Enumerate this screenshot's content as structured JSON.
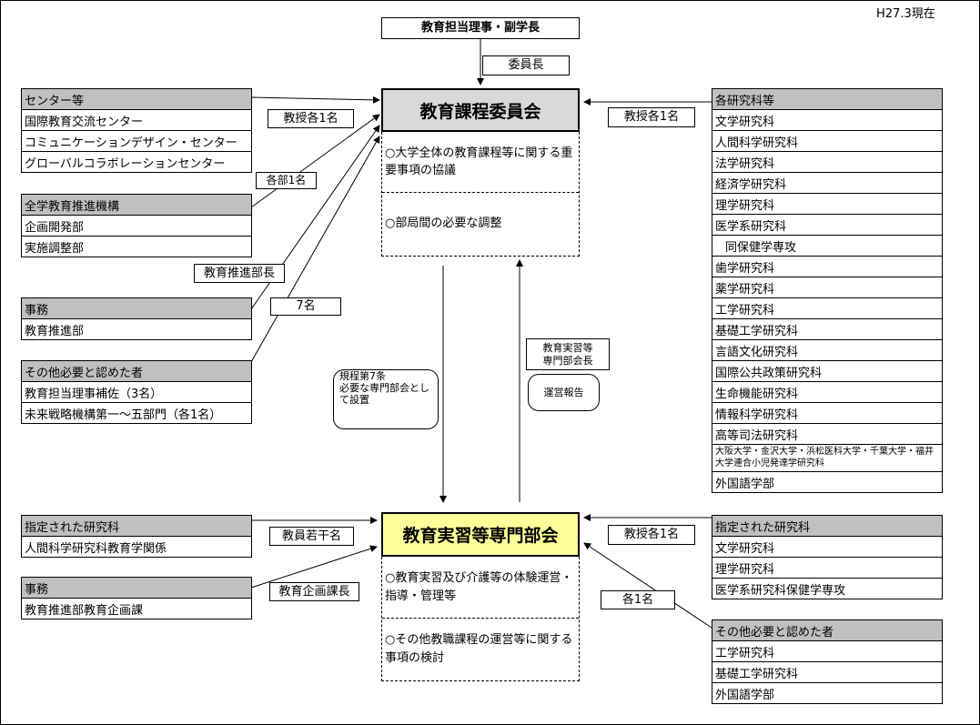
{
  "date_note": "H27.3現在",
  "top_box": "教育担当理事・副学長",
  "chair_label": "委員長",
  "committee": {
    "title": "教育課程委員会",
    "items": [
      "○大学全体の教育課程等に関する重要事項の協議",
      "○部局間の必要な調整"
    ]
  },
  "subcommittee": {
    "title": "教育実習等専門部会",
    "items": [
      "○教育実習及び介護等の体験運営・指導・管理等",
      "○その他教職課程の運営等に関する事項の検討"
    ]
  },
  "left_groups": [
    {
      "header": "センター等",
      "rows": [
        "国際教育交流センター",
        "コミュニケーションデザイン・センター",
        "グローバルコラボレーションセンター"
      ]
    },
    {
      "header": "全学教育推進機構",
      "rows": [
        "企画開発部",
        "実施調整部"
      ]
    },
    {
      "header": "事務",
      "rows": [
        "教育推進部"
      ]
    },
    {
      "header": "その他必要と認めた者",
      "rows": [
        "教育担当理事補佐（3名）",
        "未来戦略機構第一～五部門（各1名）"
      ]
    },
    {
      "header": "指定された研究科",
      "rows": [
        "人間科学研究科教育学関係"
      ]
    },
    {
      "header": "事務",
      "rows": [
        "教育推進部教育企画課"
      ]
    }
  ],
  "right_groups": [
    {
      "header": "各研究科等",
      "rows": [
        "文学研究科",
        "人間科学研究科",
        "法学研究科",
        "経済学研究科",
        "理学研究科",
        "医学系研究科",
        "同保健学専攻",
        "歯学研究科",
        "薬学研究科",
        "工学研究科",
        "基礎工学研究科",
        "言語文化研究科",
        "国際公共政策研究科",
        "生命機能研究科",
        "情報科学研究科",
        "高等司法研究科",
        "大阪大学・金沢大学・浜松医科大学・千葉大学・福井大学連合小児発達学研究科",
        "外国語学部"
      ]
    },
    {
      "header": "指定された研究科",
      "rows": [
        "文学研究科",
        "理学研究科",
        "医学系研究科保健学専攻"
      ]
    },
    {
      "header": "その他必要と認めた者",
      "rows": [
        "工学研究科",
        "基礎工学研究科",
        "外国語学部"
      ]
    }
  ],
  "labels": {
    "professors_each_1_left": "教授各1名",
    "each_dept_1": "各部1名",
    "edu_promotion_director": "教育推進部長",
    "seven": "7名",
    "professors_each_1_right": "教授各1名",
    "faculty_several": "教員若干名",
    "planning_section_chief": "教育企画課長",
    "professors_each_1_bottom": "教授各1名",
    "each_1": "各1名",
    "subcommittee_chair_line1": "教育実習等",
    "subcommittee_chair_line2": "専門部会長",
    "operation_report": "運営報告",
    "regulation_line1": "規程第7条",
    "regulation_line2": "必要な専門部会とし",
    "regulation_line3": "て設置"
  }
}
